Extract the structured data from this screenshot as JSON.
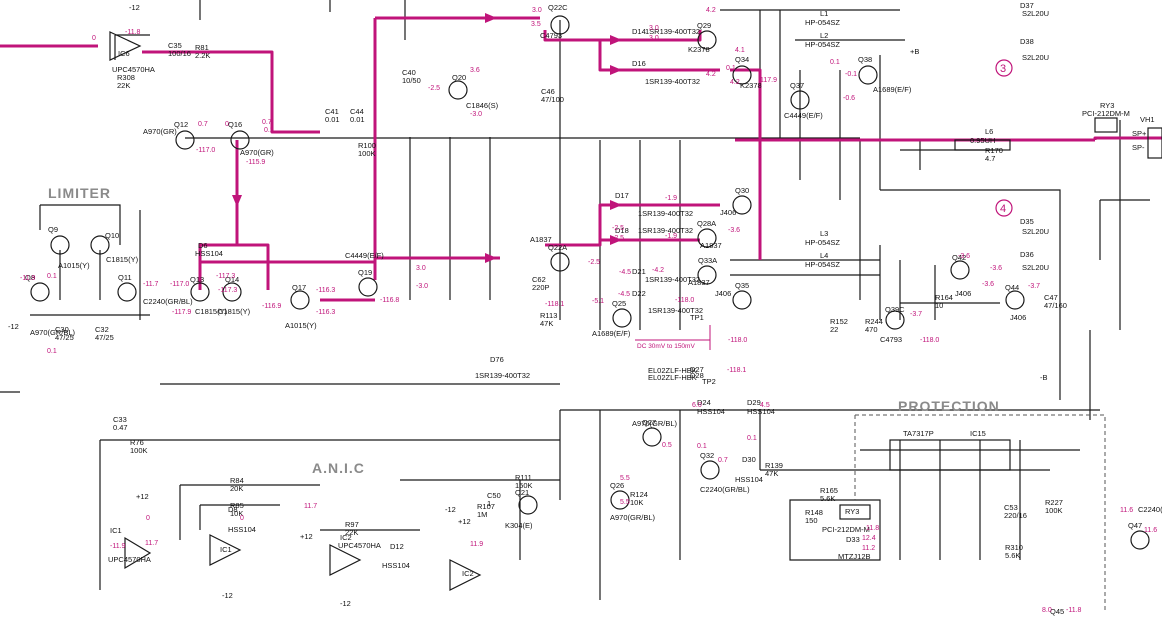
{
  "sections": {
    "limiter": "LIMITER",
    "anic": "A.N.I.C",
    "protection": "PROTECTION"
  },
  "markers": [
    "3",
    "4"
  ],
  "supplies": {
    "neg12_top": "-12",
    "plusB": "+B",
    "minusB": "-B",
    "plus12_a": "+12",
    "minus12_a": "-12",
    "plus12_b": "+12",
    "minus12_b": "-12",
    "minus12_limiter": "-12",
    "minus12_c": "-12",
    "plus12_c": "+12"
  },
  "dc_note": "DC 30mV to 150mV",
  "test_points": [
    "TP1",
    "TP2"
  ],
  "ics": [
    "IC6",
    "IC1",
    "IC1",
    "IC2",
    "IC2",
    "IC15"
  ],
  "ic_parts": [
    "UPC4570HA",
    "UPC4570HA",
    "UPC4570HA",
    "TA7317P"
  ],
  "relays": [
    {
      "name": "RY3",
      "part": "PCI-212DM-M"
    },
    {
      "name": "RY3",
      "part": "PCI-212DM-M"
    }
  ],
  "transistors": [
    {
      "ref": "Q12",
      "part": "A970(GR)"
    },
    {
      "ref": "Q16",
      "part": "A970(GR)"
    },
    {
      "ref": "Q20",
      "part": "C1846(S)"
    },
    {
      "ref": "Q22C",
      "part": "C4793"
    },
    {
      "ref": "Q29",
      "part": "K2378"
    },
    {
      "ref": "Q34",
      "part": "K2378"
    },
    {
      "ref": "Q37",
      "part": "C4449(E/F)"
    },
    {
      "ref": "Q38",
      "part": "A1689(E/F)"
    },
    {
      "ref": "Q13",
      "part": "C1815(Y)"
    },
    {
      "ref": "Q14",
      "part": "C1815(Y)"
    },
    {
      "ref": "Q17",
      "part": "A1015(Y)"
    },
    {
      "ref": "Q19",
      "part": "C4449(E/F)"
    },
    {
      "ref": "Q22A",
      "part": "A1837"
    },
    {
      "ref": "Q25",
      "part": "A1689(E/F)"
    },
    {
      "ref": "Q28A",
      "part": "A1837"
    },
    {
      "ref": "Q30",
      "part": "J406"
    },
    {
      "ref": "Q33A",
      "part": "A1837"
    },
    {
      "ref": "Q35",
      "part": "J406"
    },
    {
      "ref": "Q39C",
      "part": "C4793"
    },
    {
      "ref": "Q42",
      "part": "J406"
    },
    {
      "ref": "Q44",
      "part": "J406"
    },
    {
      "ref": "Q8",
      "part": "A970(GR/BL)"
    },
    {
      "ref": "Q9",
      "part": "A1015(Y)"
    },
    {
      "ref": "Q10",
      "part": "C1815(Y)"
    },
    {
      "ref": "Q11",
      "part": "C2240(GR/BL)"
    },
    {
      "ref": "Q21",
      "part": "K304(E)"
    },
    {
      "ref": "Q26",
      "part": "A970(GR/BL)"
    },
    {
      "ref": "Q27",
      "part": "A970(GR/BL)"
    },
    {
      "ref": "Q32",
      "part": "C2240(GR/BL)"
    },
    {
      "ref": "Q47",
      "part": "C2240(GR/BL)"
    },
    {
      "ref": "Q45",
      "part": ""
    }
  ],
  "diodes": [
    {
      "ref": "D6",
      "part": "HSS104"
    },
    {
      "ref": "D14",
      "part": "1SR139-400T32"
    },
    {
      "ref": "D16",
      "part": "1SR139-400T32"
    },
    {
      "ref": "D17",
      "part": "1SR139-400T32"
    },
    {
      "ref": "D18",
      "part": "1SR139-400T32"
    },
    {
      "ref": "D21",
      "part": "1SR139-400T32"
    },
    {
      "ref": "D22",
      "part": "1SR139-400T32"
    },
    {
      "ref": "D27",
      "part": "EL02ZLF-HBK"
    },
    {
      "ref": "D28",
      "part": "EL02ZLF-HBK"
    },
    {
      "ref": "D24",
      "part": "HSS104"
    },
    {
      "ref": "D29",
      "part": "HSS104"
    },
    {
      "ref": "D30",
      "part": "HSS104"
    },
    {
      "ref": "D33",
      "part": "MTZJ12B"
    },
    {
      "ref": "D35",
      "part": "S2L20U"
    },
    {
      "ref": "D36",
      "part": "S2L20U"
    },
    {
      "ref": "D37",
      "part": "S2L20U"
    },
    {
      "ref": "D38",
      "part": "S2L20U"
    },
    {
      "ref": "D76",
      "part": "1SR139-400T32"
    },
    {
      "ref": "D8",
      "part": "HSS104"
    },
    {
      "ref": "D12",
      "part": "HSS104"
    }
  ],
  "inductors": [
    {
      "ref": "L1",
      "part": "HP-054SZ"
    },
    {
      "ref": "L2",
      "part": "HP-054SZ"
    },
    {
      "ref": "L3",
      "part": "HP-054SZ"
    },
    {
      "ref": "L4",
      "part": "HP-054SZ"
    },
    {
      "ref": "L6",
      "part": "0.95UH"
    }
  ],
  "resistors": [
    {
      "ref": "R81",
      "value": "2.2K"
    },
    {
      "ref": "R308",
      "value": "22K"
    },
    {
      "ref": "R100",
      "value": "100K"
    },
    {
      "ref": "R76",
      "value": "100K"
    },
    {
      "ref": "R84",
      "value": "20K"
    },
    {
      "ref": "R85",
      "value": "10K"
    },
    {
      "ref": "R97",
      "value": "22K"
    },
    {
      "ref": "R111",
      "value": "150K"
    },
    {
      "ref": "R107",
      "value": "1M"
    },
    {
      "ref": "R124",
      "value": "10K"
    },
    {
      "ref": "R139",
      "value": "47K"
    },
    {
      "ref": "R165",
      "value": "5.6K"
    },
    {
      "ref": "R170",
      "value": "4.7"
    },
    {
      "ref": "R227",
      "value": "100K"
    },
    {
      "ref": "R310",
      "value": "5.6K"
    },
    {
      "ref": "R113",
      "value": "47K"
    },
    {
      "ref": "R152",
      "value": "22"
    },
    {
      "ref": "R244",
      "value": "470"
    },
    {
      "ref": "R148",
      "value": "150"
    },
    {
      "ref": "R164",
      "value": "10"
    }
  ],
  "capacitors": [
    {
      "ref": "C35",
      "value": "100/16"
    },
    {
      "ref": "C41",
      "value": "0.01"
    },
    {
      "ref": "C44",
      "value": "0.01"
    },
    {
      "ref": "C33",
      "value": "0.47"
    },
    {
      "ref": "C30",
      "value": "47/25"
    },
    {
      "ref": "C32",
      "value": "47/25"
    },
    {
      "ref": "C50",
      "value": "1"
    },
    {
      "ref": "C62",
      "value": "220P"
    },
    {
      "ref": "C40",
      "value": "10/50"
    },
    {
      "ref": "C46",
      "value": "47/100"
    },
    {
      "ref": "C47",
      "value": "47/160"
    },
    {
      "ref": "C53",
      "value": "220/16"
    }
  ],
  "voltages": [
    "-11.8",
    "0",
    "0.7",
    "-117.0",
    "0",
    "0.7",
    "-115.9",
    "0.2",
    "3.6",
    "-3.0",
    "-2.5",
    "3.0",
    "3.5",
    "4.2",
    "4.1",
    "0.1",
    "3.0",
    "3.0",
    "4.2",
    "4.2",
    "117.9",
    "-0.6",
    "-0.1",
    "0.1",
    "-117.0",
    "-117.3",
    "-117.3",
    "-116.9",
    "-117.9",
    "-116.3",
    "-116.3",
    "-116.8",
    "3.0",
    "-3.0",
    "-1.9",
    "-2.5",
    "-1.9",
    "-2.5",
    "-2.5",
    "-4.5",
    "-5.1",
    "-118.1",
    "-4.5",
    "-4.2",
    "-118.0",
    "-118.0",
    "-118.1",
    "-3.6",
    "-3.7",
    "-3.6",
    "-3.6",
    "-3.6",
    "-3.7",
    "-118.0",
    "0.1",
    "0.1",
    "-11.9",
    "-11.7",
    "11.6",
    "-11.9",
    "0",
    "0",
    "11.7",
    "11.7",
    "11.9",
    "5.5",
    "5.5",
    "6.0",
    "4.5",
    "0.5",
    "0.7",
    "0.1",
    "0.1",
    "11.6",
    "12.4",
    "11.2",
    "11.8",
    "-11.8",
    "8.0"
  ],
  "labels": [
    "SP+",
    "SP-",
    "VH1"
  ]
}
